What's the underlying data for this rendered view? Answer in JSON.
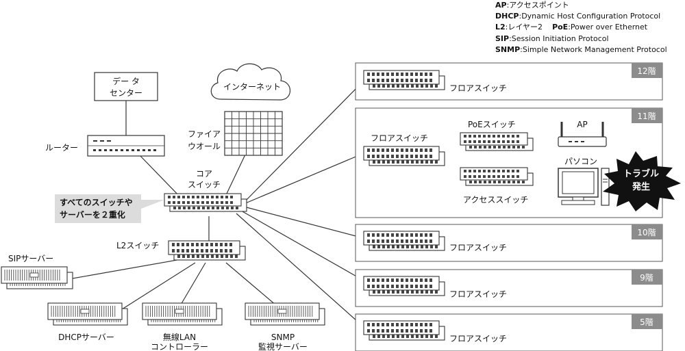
{
  "legend": [
    {
      "abbr": "AP",
      "sep": ":",
      "desc": "アクセスポイント"
    },
    {
      "abbr": "DHCP",
      "sep": ":",
      "desc": "Dynamic Host Configuration Protocol"
    },
    {
      "abbr": "L2",
      "sep": ":",
      "desc": "レイヤー2",
      "abbr2": "PoE",
      "sep2": ":",
      "desc2": "Power over Ethernet"
    },
    {
      "abbr": "SIP",
      "sep": ":",
      "desc": "Session Initiation Protocol"
    },
    {
      "abbr": "SNMP",
      "sep": ":",
      "desc": "Simple Network Management Protocol"
    }
  ],
  "nodes": {
    "datacenter": [
      "デー タ",
      "センター"
    ],
    "internet": "インターネット",
    "firewall": [
      "ファイア",
      "ウオール"
    ],
    "router": "ルーター",
    "core_switch": [
      "コア",
      "スイッチ"
    ],
    "l2_switch": "L2スイッチ",
    "sip_server": "SIPサーバー",
    "dhcp_server": "DHCPサーバー",
    "wlan_controller": [
      "無線LAN",
      "コントローラー"
    ],
    "snmp_server": [
      "SNMP",
      "監視サーバー"
    ],
    "poe_switch": "PoEスイッチ",
    "ap": "AP",
    "pc": "パソコン",
    "access_switch": "アクセススイッチ"
  },
  "callout": [
    "すべてのスイッチや",
    "サーバーを２重化"
  ],
  "trouble": [
    "トラブル",
    "発生"
  ],
  "floors": [
    {
      "id": "12",
      "label": "12階",
      "switch": "フロアスイッチ"
    },
    {
      "id": "11",
      "label": "11階",
      "switch": "フロアスイッチ"
    },
    {
      "id": "10",
      "label": "10階",
      "switch": "フロアスイッチ"
    },
    {
      "id": "9",
      "label": "9階",
      "switch": "フロアスイッチ"
    },
    {
      "id": "5",
      "label": "5階",
      "switch": "フロアスイッチ"
    }
  ],
  "colors": {
    "floor_tag": "#8c8c8c",
    "callout_bg": "#dcdcdc",
    "line": "#333333",
    "burst": "#111111"
  }
}
